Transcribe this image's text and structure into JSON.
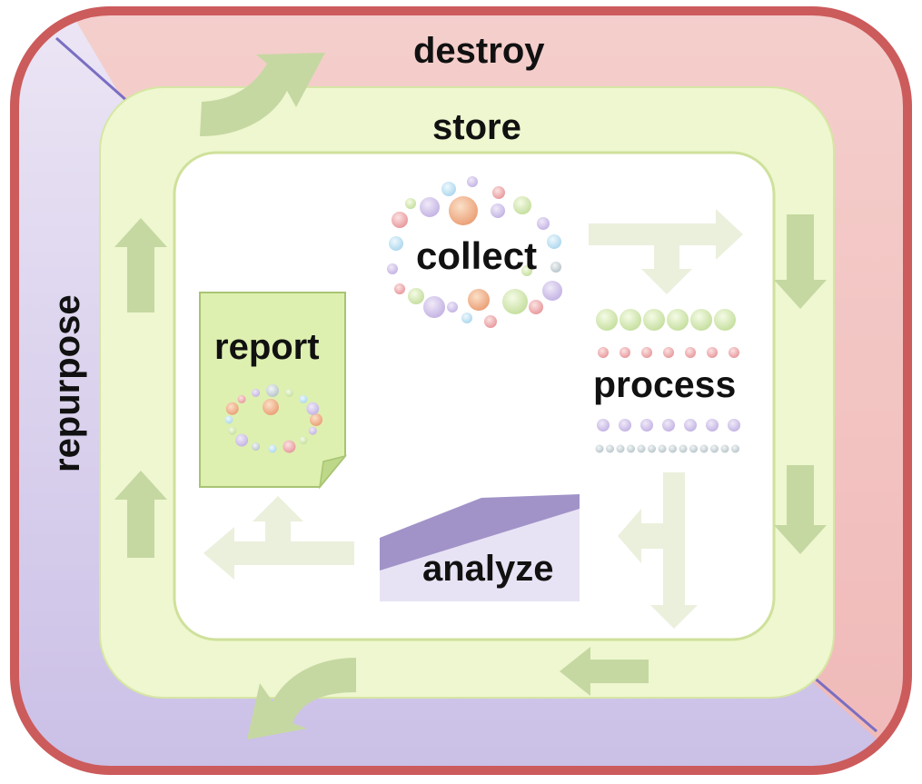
{
  "diagram": {
    "outer_ring": {
      "label": "destroy",
      "color": "#c9595a"
    },
    "side_ring": {
      "label": "repurpose"
    },
    "middle_ring": {
      "label": "store",
      "color": "#eef7cf"
    },
    "stages": {
      "collect": "collect",
      "process": "process",
      "analyze": "analyze",
      "report": "report"
    },
    "colors": {
      "pink": "#f4c4c3",
      "lavender": "#d8ccec",
      "green_arrow": "#c6d8a2",
      "purple_area": "#a193c8",
      "report_page": "#def0b0"
    }
  }
}
